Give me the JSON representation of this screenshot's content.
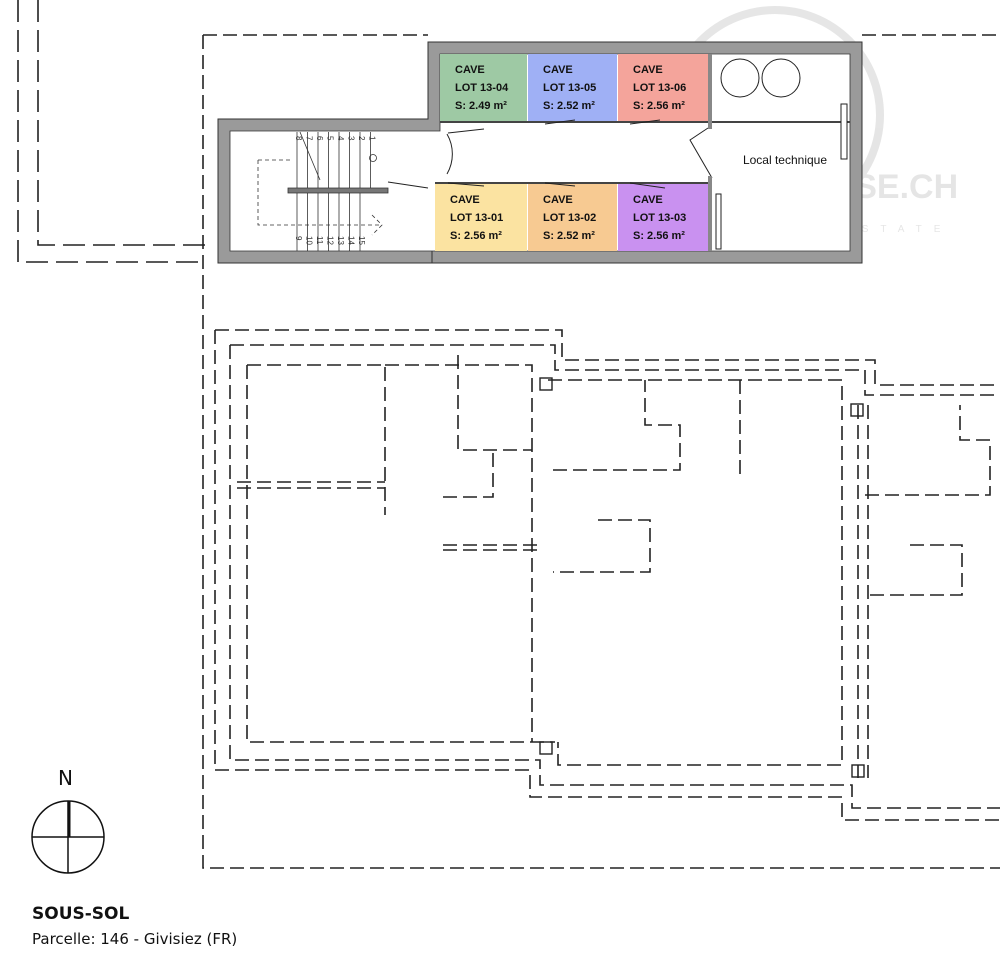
{
  "plan": {
    "title": "SOUS-SOL",
    "subtitle": "Parcelle: 146 - Givisiez (FR)",
    "north_label": "N",
    "local_technique": "Local technique",
    "watermark": {
      "brand": "SWITZERLAND HOUSE.CH",
      "tagline": "SWISS REAL ESTATE"
    },
    "stair_numbers_top": [
      "8",
      "7",
      "6",
      "5",
      "4",
      "3",
      "2",
      "1"
    ],
    "stair_numbers_bottom": [
      "9",
      "10",
      "11",
      "12",
      "13",
      "14",
      "15"
    ],
    "rooms": [
      {
        "type": "CAVE",
        "lot": "LOT 13-04",
        "area": "S: 2.49 m²",
        "color": "#9ec9a4"
      },
      {
        "type": "CAVE",
        "lot": "LOT 13-05",
        "area": "S: 2.52 m²",
        "color": "#9fb0f5"
      },
      {
        "type": "CAVE",
        "lot": "LOT 13-06",
        "area": "S: 2.56 m²",
        "color": "#f4a49b"
      },
      {
        "type": "CAVE",
        "lot": "LOT 13-01",
        "area": "S: 2.56 m²",
        "color": "#fbe3a1"
      },
      {
        "type": "CAVE",
        "lot": "LOT 13-02",
        "area": "S: 2.52 m²",
        "color": "#f7ca92"
      },
      {
        "type": "CAVE",
        "lot": "LOT 13-03",
        "area": "S: 2.56 m²",
        "color": "#c991f0"
      }
    ],
    "wall_color": "#9a9a9a"
  }
}
